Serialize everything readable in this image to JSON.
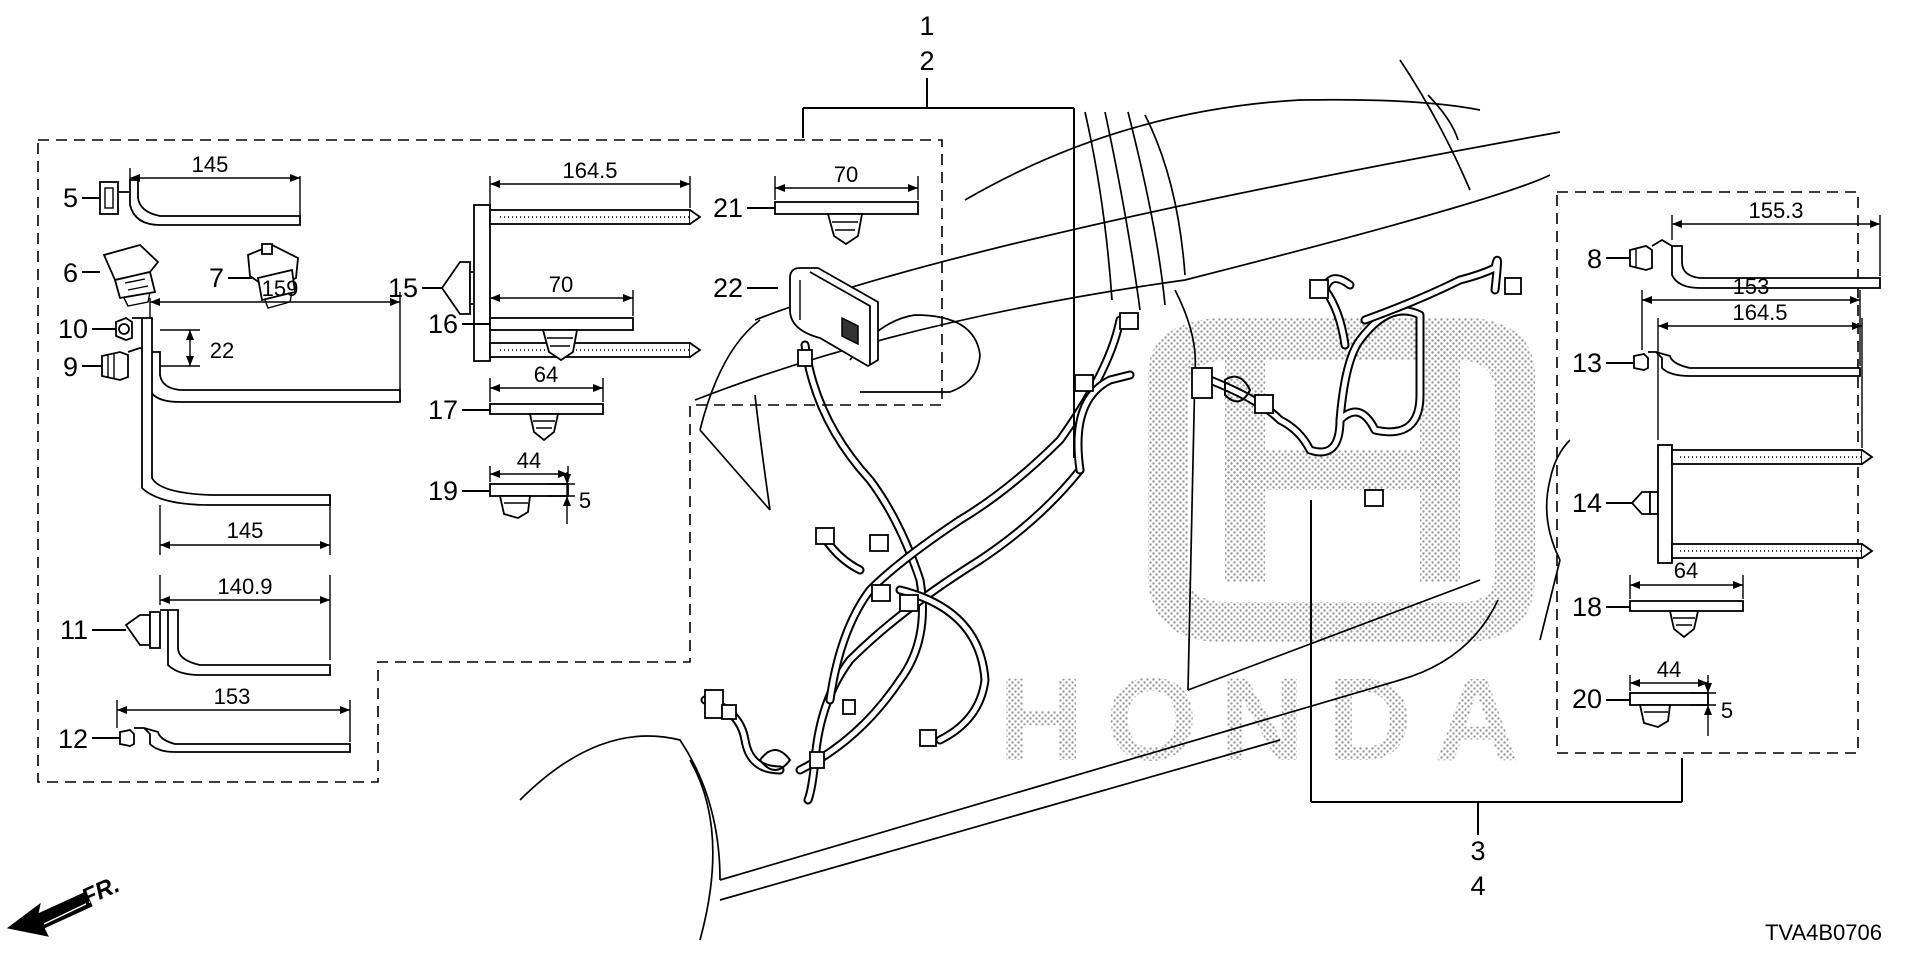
{
  "diagram": {
    "code": "TVA4B0706",
    "brand_watermark": "HONDA",
    "group_left": [
      "1",
      "2"
    ],
    "group_right": [
      "3",
      "4"
    ],
    "direction_label": "FR.",
    "parts": [
      {
        "id": "5",
        "dims": [
          "145"
        ]
      },
      {
        "id": "6",
        "dims": []
      },
      {
        "id": "7",
        "dims": []
      },
      {
        "id": "8",
        "dims": [
          "155.3"
        ]
      },
      {
        "id": "9",
        "dims": [
          "159"
        ]
      },
      {
        "id": "10",
        "dims": [
          "22",
          "145"
        ]
      },
      {
        "id": "11",
        "dims": [
          "140.9"
        ]
      },
      {
        "id": "12",
        "dims": [
          "153"
        ]
      },
      {
        "id": "13",
        "dims": [
          "153"
        ]
      },
      {
        "id": "14",
        "dims": [
          "164.5"
        ]
      },
      {
        "id": "15",
        "dims": [
          "164.5"
        ]
      },
      {
        "id": "16",
        "dims": [
          "70"
        ]
      },
      {
        "id": "17",
        "dims": [
          "64"
        ]
      },
      {
        "id": "18",
        "dims": [
          "64"
        ]
      },
      {
        "id": "19",
        "dims": [
          "44",
          "5"
        ]
      },
      {
        "id": "20",
        "dims": [
          "44",
          "5"
        ]
      },
      {
        "id": "21",
        "dims": [
          "70"
        ]
      },
      {
        "id": "22",
        "dims": []
      }
    ]
  }
}
